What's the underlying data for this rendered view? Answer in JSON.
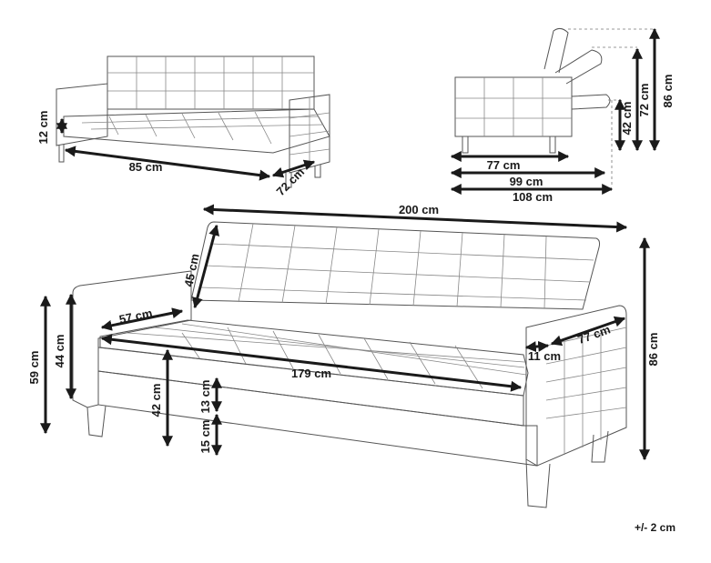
{
  "labels": {
    "bed_height": "12 cm",
    "bed_length": "85 cm",
    "bed_depth": "72 cm",
    "side_seat_depth": "77 cm",
    "side_mid_depth": "99 cm",
    "side_full_depth": "108 cm",
    "side_seat_height": "42 cm",
    "side_mid_height": "72 cm",
    "side_full_height": "86 cm",
    "total_width": "200 cm",
    "backrest_height": "45 cm",
    "seat_depth": "57 cm",
    "seat_width": "179 cm",
    "armrest_width": "11 cm",
    "arm_depth": "77 cm",
    "total_height": "86 cm",
    "arm_height_outer": "59 cm",
    "arm_height_inner": "44 cm",
    "seat_height": "42 cm",
    "cushion_height": "13 cm",
    "leg_height": "15 cm",
    "tolerance": "+/- 2 cm"
  }
}
